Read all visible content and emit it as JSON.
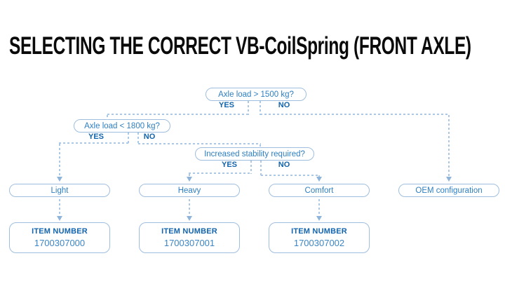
{
  "title": "SELECTING THE CORRECT VB-CoilSpring (FRONT AXLE)",
  "colors": {
    "title_text": "#0a0a0a",
    "box_border": "#9fbedf",
    "question_text": "#2e7fc1",
    "label_text": "#1264ae",
    "number_text": "#3c86c5",
    "line": "#abc8e6",
    "arrow": "#8fb4da",
    "background": "#ffffff"
  },
  "flowchart": {
    "decisions": [
      {
        "question": "Axle load > 1500 kg?",
        "yes": "YES",
        "no": "NO"
      },
      {
        "question": "Axle load < 1800 kg?",
        "yes": "YES",
        "no": "NO"
      },
      {
        "question": "Increased stability required?",
        "yes": "YES",
        "no": "NO"
      }
    ],
    "outcomes": [
      {
        "label": "Light",
        "item_label": "ITEM NUMBER",
        "item_number": "1700307000"
      },
      {
        "label": "Heavy",
        "item_label": "ITEM NUMBER",
        "item_number": "1700307001"
      },
      {
        "label": "Comfort",
        "item_label": "ITEM NUMBER",
        "item_number": "1700307002"
      },
      {
        "label": "OEM configuration"
      }
    ]
  }
}
